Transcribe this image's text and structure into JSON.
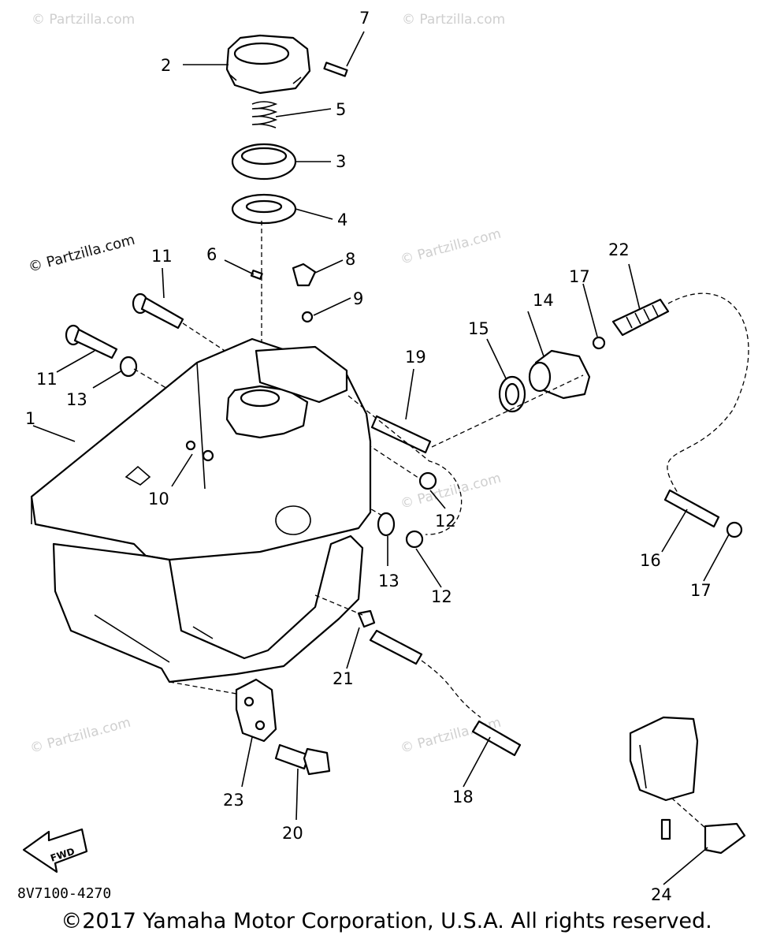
{
  "watermarks": {
    "main": "© Partzilla.com",
    "faint": "© Partzilla.com"
  },
  "callouts": {
    "c1": "1",
    "c2": "2",
    "c3": "3",
    "c4": "4",
    "c5": "5",
    "c6": "6",
    "c7": "7",
    "c8": "8",
    "c9": "9",
    "c10": "10",
    "c11a": "11",
    "c11b": "11",
    "c12a": "12",
    "c12b": "12",
    "c13a": "13",
    "c13b": "13",
    "c14": "14",
    "c15": "15",
    "c16": "16",
    "c17a": "17",
    "c17b": "17",
    "c18": "18",
    "c19": "19",
    "c20": "20",
    "c21": "21",
    "c22": "22",
    "c23": "23",
    "c24": "24"
  },
  "fwd_label": "FWD",
  "diagram_code": "8V7100-4270",
  "copyright": "©2017 Yamaha Motor Corporation, U.S.A. All rights reserved."
}
